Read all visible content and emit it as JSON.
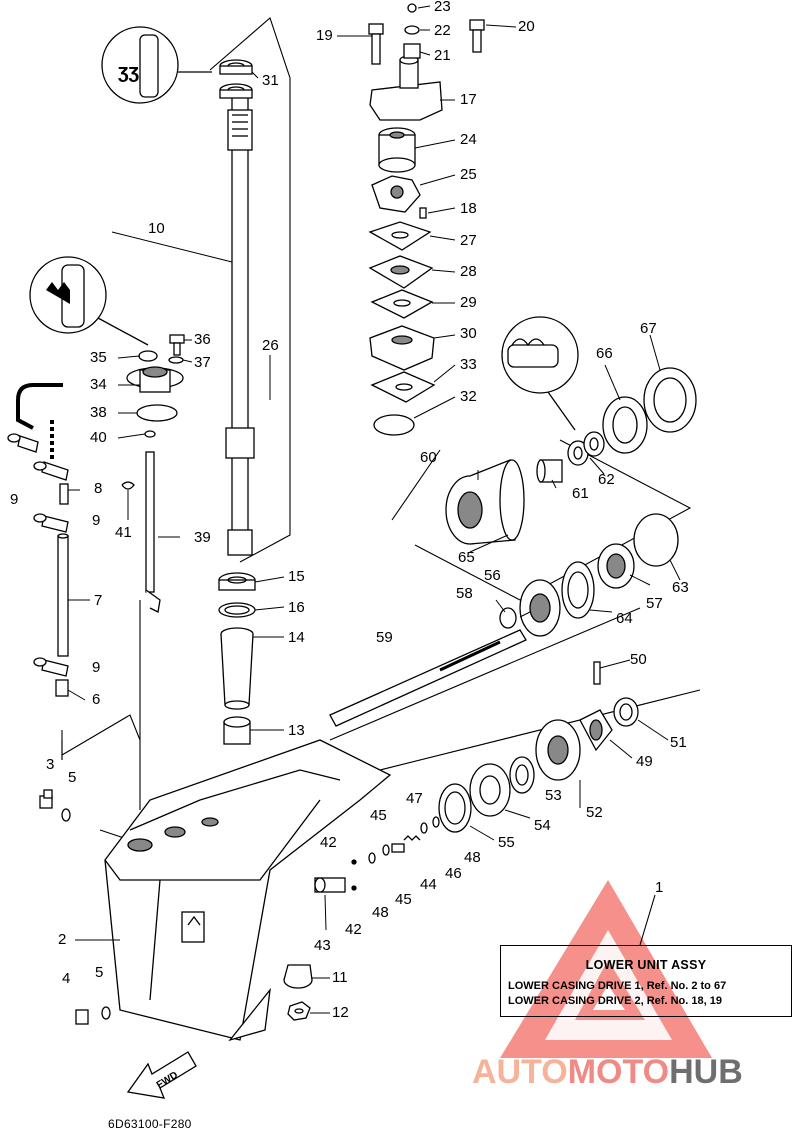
{
  "colors": {
    "line": "#000000",
    "watermark_triangle": "#e8443f",
    "brand_auto": "#f6b39a",
    "brand_moto": "#f08a86",
    "brand_hub": "#6e6e6e"
  },
  "icons": [
    "fwd-arrow-icon",
    "lubricant-symbol-icon",
    "sealant-symbol-icon",
    "watermark-triangle-logo"
  ],
  "callouts": [
    {
      "id": "c1",
      "text": "1"
    },
    {
      "id": "c2",
      "text": "2"
    },
    {
      "id": "c3",
      "text": "3"
    },
    {
      "id": "c4",
      "text": "4"
    },
    {
      "id": "c5a",
      "text": "5"
    },
    {
      "id": "c5b",
      "text": "5"
    },
    {
      "id": "c6",
      "text": "6"
    },
    {
      "id": "c7",
      "text": "7"
    },
    {
      "id": "c8",
      "text": "8"
    },
    {
      "id": "c9a",
      "text": "9"
    },
    {
      "id": "c9b",
      "text": "9"
    },
    {
      "id": "c9c",
      "text": "9"
    },
    {
      "id": "c10",
      "text": "10"
    },
    {
      "id": "c11",
      "text": "11"
    },
    {
      "id": "c12",
      "text": "12"
    },
    {
      "id": "c13",
      "text": "13"
    },
    {
      "id": "c14",
      "text": "14"
    },
    {
      "id": "c15",
      "text": "15"
    },
    {
      "id": "c16",
      "text": "16"
    },
    {
      "id": "c17",
      "text": "17"
    },
    {
      "id": "c18",
      "text": "18"
    },
    {
      "id": "c19",
      "text": "19"
    },
    {
      "id": "c20",
      "text": "20"
    },
    {
      "id": "c21",
      "text": "21"
    },
    {
      "id": "c22",
      "text": "22"
    },
    {
      "id": "c23",
      "text": "23"
    },
    {
      "id": "c24",
      "text": "24"
    },
    {
      "id": "c25",
      "text": "25"
    },
    {
      "id": "c26",
      "text": "26"
    },
    {
      "id": "c27",
      "text": "27"
    },
    {
      "id": "c28",
      "text": "28"
    },
    {
      "id": "c29",
      "text": "29"
    },
    {
      "id": "c30",
      "text": "30"
    },
    {
      "id": "c31",
      "text": "31"
    },
    {
      "id": "c32",
      "text": "32"
    },
    {
      "id": "c33",
      "text": "33"
    },
    {
      "id": "c34",
      "text": "34"
    },
    {
      "id": "c35",
      "text": "35"
    },
    {
      "id": "c36",
      "text": "36"
    },
    {
      "id": "c37",
      "text": "37"
    },
    {
      "id": "c38",
      "text": "38"
    },
    {
      "id": "c39",
      "text": "39"
    },
    {
      "id": "c40",
      "text": "40"
    },
    {
      "id": "c41",
      "text": "41"
    },
    {
      "id": "c42a",
      "text": "42"
    },
    {
      "id": "c42b",
      "text": "42"
    },
    {
      "id": "c43",
      "text": "43"
    },
    {
      "id": "c44",
      "text": "44"
    },
    {
      "id": "c45a",
      "text": "45"
    },
    {
      "id": "c45b",
      "text": "45"
    },
    {
      "id": "c46",
      "text": "46"
    },
    {
      "id": "c47",
      "text": "47"
    },
    {
      "id": "c48a",
      "text": "48"
    },
    {
      "id": "c48b",
      "text": "48"
    },
    {
      "id": "c49",
      "text": "49"
    },
    {
      "id": "c50",
      "text": "50"
    },
    {
      "id": "c51",
      "text": "51"
    },
    {
      "id": "c52",
      "text": "52"
    },
    {
      "id": "c53",
      "text": "53"
    },
    {
      "id": "c54",
      "text": "54"
    },
    {
      "id": "c55",
      "text": "55"
    },
    {
      "id": "c56",
      "text": "56"
    },
    {
      "id": "c57",
      "text": "57"
    },
    {
      "id": "c58",
      "text": "58"
    },
    {
      "id": "c59",
      "text": "59"
    },
    {
      "id": "c60",
      "text": "60"
    },
    {
      "id": "c61",
      "text": "61"
    },
    {
      "id": "c62",
      "text": "62"
    },
    {
      "id": "c63",
      "text": "63"
    },
    {
      "id": "c64",
      "text": "64"
    },
    {
      "id": "c65",
      "text": "65"
    },
    {
      "id": "c66",
      "text": "66"
    },
    {
      "id": "c67",
      "text": "67"
    }
  ],
  "legend": {
    "title": "LOWER UNIT ASSY",
    "line1": "LOWER CASING DRIVE 1, Ref. No. 2 to 67",
    "line2": "LOWER CASING DRIVE 2, Ref. No. 18, 19"
  },
  "fwd_label": "FWD",
  "diagram_code": "6D63100-F280",
  "watermark": {
    "part1": "AUTO",
    "part2": "MOTO",
    "part3": "HUB"
  }
}
